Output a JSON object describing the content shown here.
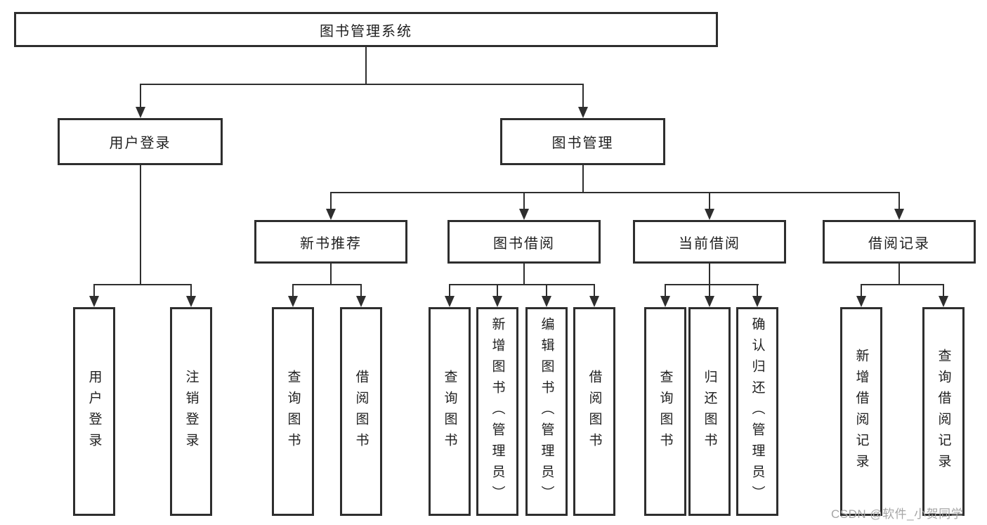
{
  "nodes": {
    "root": "图书管理系统",
    "user_login": "用户登录",
    "book_management": "图书管理",
    "new_book_recommend": "新书推荐",
    "book_borrowing": "图书借阅",
    "current_borrowing": "当前借阅",
    "borrowing_records": "借阅记录",
    "leaf_user_login": "用户登录",
    "leaf_logout": "注销登录",
    "leaf_query_books_recommend": "查询图书",
    "leaf_borrow_books_recommend": "借阅图书",
    "leaf_query_books_borrowing": "查询图书",
    "leaf_add_books_admin": "新增图书（管理员）",
    "leaf_edit_books_admin": "编辑图书（管理员）",
    "leaf_borrow_books_borrowing": "借阅图书",
    "leaf_query_books_current": "查询图书",
    "leaf_return_books": "归还图书",
    "leaf_confirm_return_admin": "确认归还（管理员）",
    "leaf_add_borrow_record": "新增借阅记录",
    "leaf_query_borrow_record": "查询借阅记录"
  },
  "watermark": "CSDN @软件_小贺同学",
  "colors": {
    "line": "#2e2e2e",
    "text": "#1f1f1f",
    "background": "#ffffff",
    "watermark": "#a6a6a6"
  }
}
